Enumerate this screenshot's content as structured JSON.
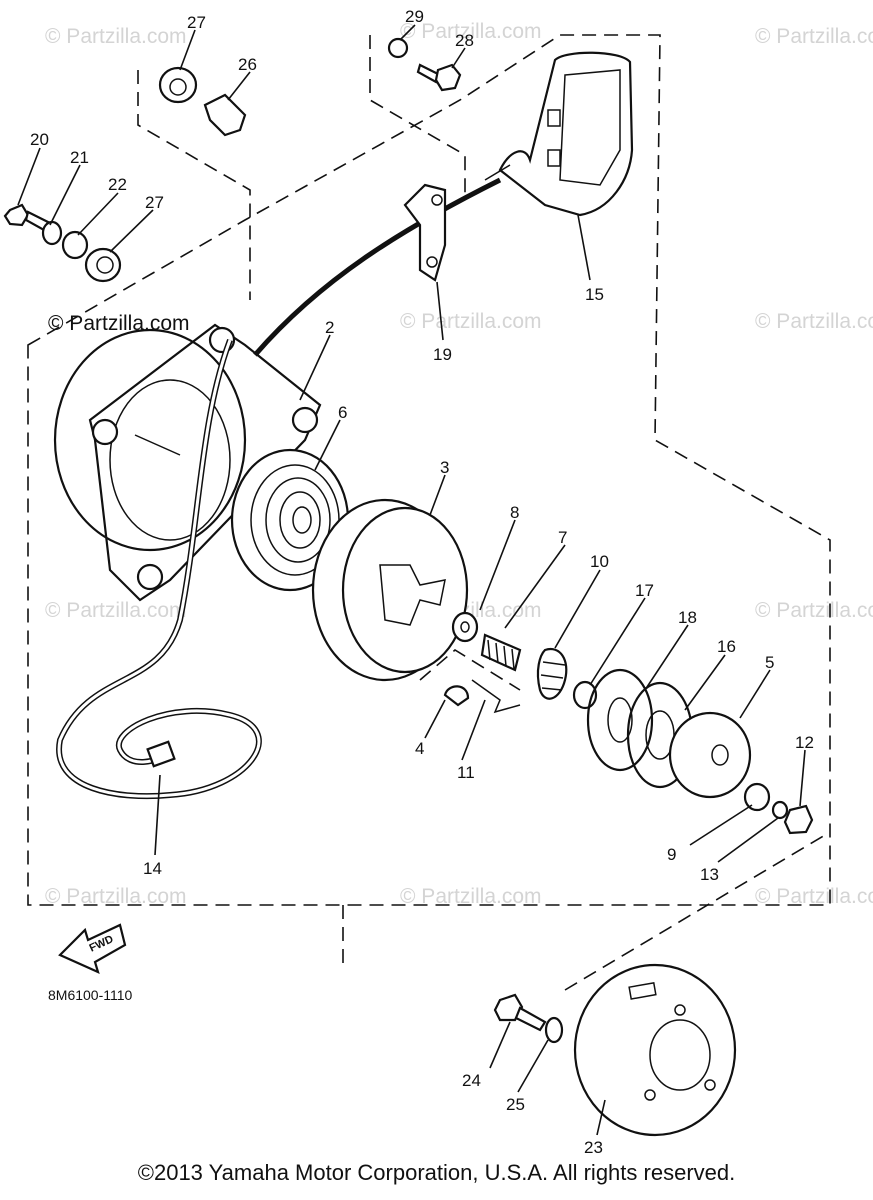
{
  "watermark": "© Partzilla.com",
  "part_code": "8M6100-1110",
  "fwd_label": "FWD",
  "copyright": "©2013 Yamaha Motor Corporation, U.S.A. All rights reserved.",
  "callouts": {
    "p2": "2",
    "p3": "3",
    "p4": "4",
    "p5": "5",
    "p6": "6",
    "p7": "7",
    "p8": "8",
    "p9": "9",
    "p10": "10",
    "p11": "11",
    "p12": "12",
    "p13": "13",
    "p14": "14",
    "p15": "15",
    "p16": "16",
    "p17": "17",
    "p18": "18",
    "p19": "19",
    "p20": "20",
    "p21": "21",
    "p22": "22",
    "p23": "23",
    "p24": "24",
    "p25": "25",
    "p26": "26",
    "p27a": "27",
    "p27b": "27",
    "p28": "28",
    "p29": "29"
  }
}
